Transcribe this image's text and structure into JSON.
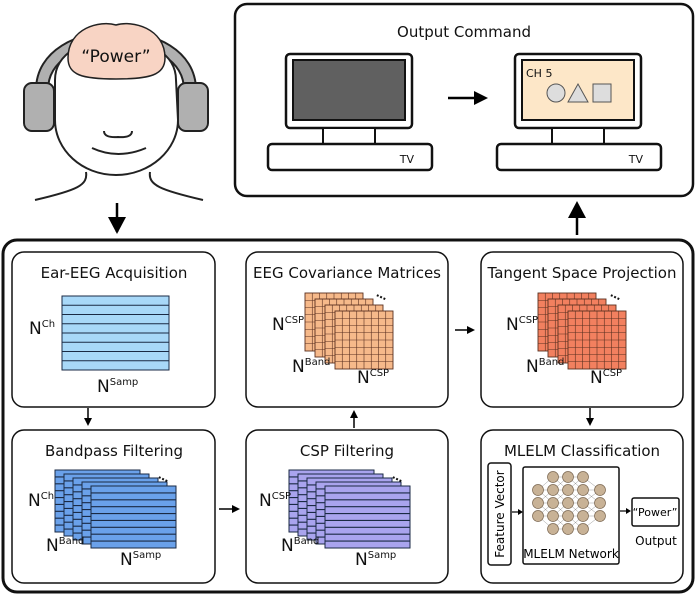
{
  "head": {
    "thought": "“Power”"
  },
  "output_command": {
    "title": "Output Command",
    "tv_left": {
      "label": "TV",
      "screen": "off"
    },
    "tv_right": {
      "label": "TV",
      "channel": "CH 5"
    }
  },
  "stages": {
    "acquisition": {
      "title": "Ear-EEG Acquisition",
      "rows_label": "N",
      "rows_sup": "Ch",
      "cols_label": "N",
      "cols_sup": "Samp"
    },
    "bandpass": {
      "title": "Bandpass Filtering",
      "rows_label": "N",
      "rows_sup": "Ch",
      "depth_label": "N",
      "depth_sup": "Band",
      "cols_label": "N",
      "cols_sup": "Samp",
      "ellipsis": "…"
    },
    "csp": {
      "title": "CSP Filtering",
      "rows_label": "N",
      "rows_sup": "CSP",
      "depth_label": "N",
      "depth_sup": "Band",
      "cols_label": "N",
      "cols_sup": "Samp",
      "ellipsis": "…"
    },
    "covariance": {
      "title": "EEG Covariance Matrices",
      "rows_label": "N",
      "rows_sup": "CSP",
      "depth_label": "N",
      "depth_sup": "Band",
      "cols_label": "N",
      "cols_sup": "CSP",
      "ellipsis": "…"
    },
    "tangent": {
      "title": "Tangent Space Projection",
      "rows_label": "N",
      "rows_sup": "CSP",
      "depth_label": "N",
      "depth_sup": "Band",
      "cols_label": "N",
      "cols_sup": "CSP",
      "ellipsis": "…"
    },
    "mlelm": {
      "title": "MLELM Classification",
      "feature_vector": "Feature Vector",
      "network": "MLELM Network",
      "output_value": "“Power”",
      "output_label": "Output"
    }
  },
  "colors": {
    "acquisition": "#a8d8f8",
    "bandpass": "#6aa1ea",
    "csp": "#a9a4ee",
    "covariance": "#f6b98a",
    "tangent": "#f2805f",
    "brain": "#f8d4c4",
    "tv_screen_off": "#606060",
    "tv_screen_on": "#fde7c8",
    "headphones": "#b0b0b0",
    "neuron": "#c8b296"
  }
}
